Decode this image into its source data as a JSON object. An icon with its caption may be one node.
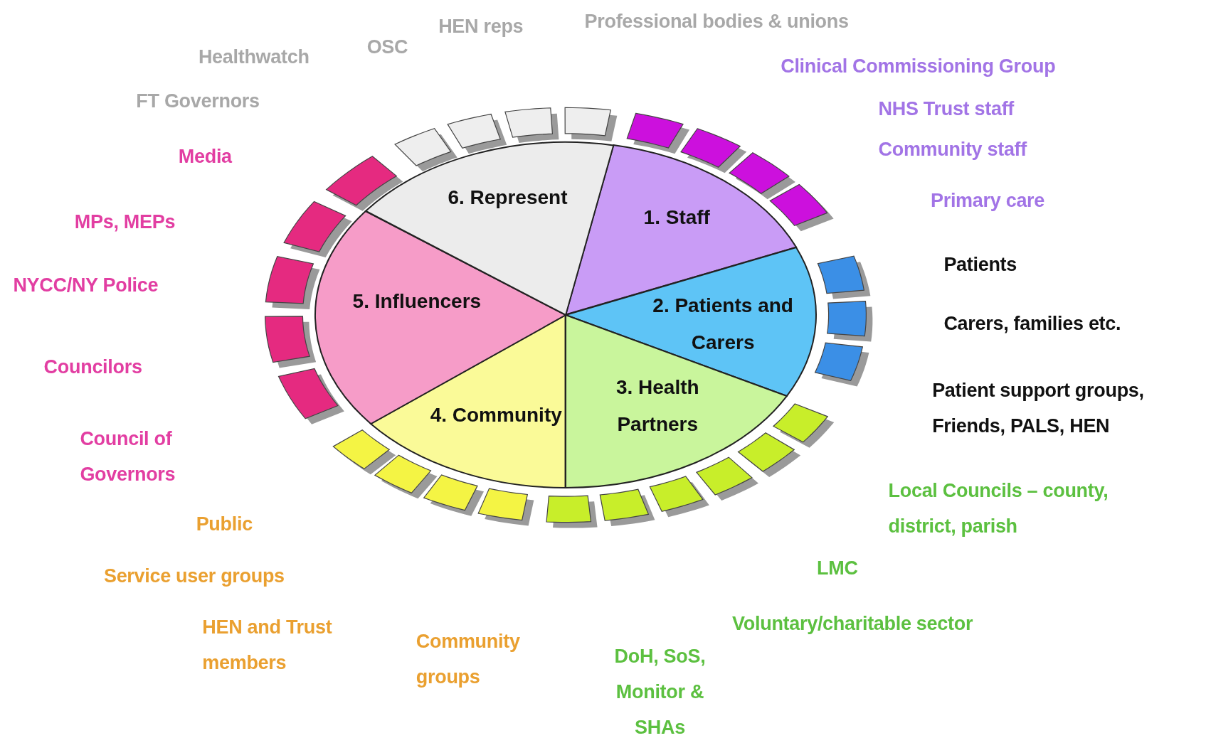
{
  "diagram": {
    "nodes": [
      {
        "text": [
          "1. Staff"
        ]
      },
      {
        "text": [
          "2. Patients and Carers"
        ]
      },
      {
        "text": [
          "3. Health Partners"
        ]
      },
      {
        "text": [
          "4. Community"
        ]
      },
      {
        "text": [
          "5. Influencers"
        ]
      },
      {
        "text": [
          "6. Represent"
        ]
      }
    ],
    "labels": [
      "Professional bodies & unions",
      "HEN reps",
      "OSC",
      "Healthwatch",
      "Clinical Commissioning Group",
      "FT Governors",
      "NHS Trust staff",
      "Community staff",
      "Media",
      "Primary care",
      "MPs, MEPs",
      "Patients",
      "NYCC/NY Police",
      "Carers, families etc.",
      "Councilors",
      "Patient support groups, Friends, PALS, HEN",
      "Council of Governors",
      "Local Councils – county, district, parish",
      "Public",
      "LMC",
      "Service user groups",
      "Voluntary/charitable sector",
      "HEN and Trust members",
      "Community groups",
      "DoH, SoS, Monitor & SHAs"
    ]
  }
}
